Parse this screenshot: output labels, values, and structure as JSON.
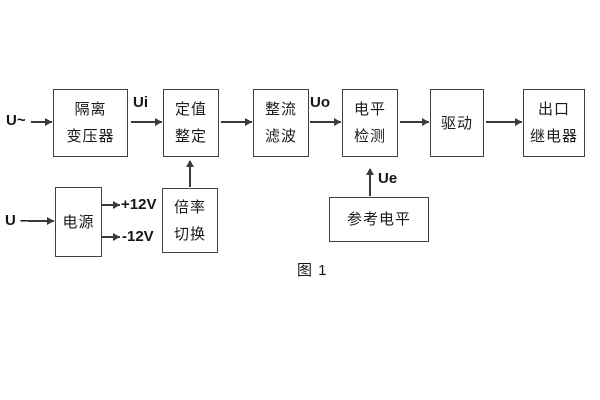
{
  "figure": {
    "caption": "图 1"
  },
  "colors": {
    "background": "#ffffff",
    "line": "#3a3a3a",
    "text": "#1a1a1a"
  },
  "blocks": {
    "isolation_transformer": {
      "lines": [
        "隔离",
        "变压器"
      ]
    },
    "setting_adjustment": {
      "lines": [
        "定值",
        "整定"
      ]
    },
    "rectifier_filter": {
      "lines": [
        "整流",
        "滤波"
      ]
    },
    "level_detection": {
      "lines": [
        "电平",
        "检测"
      ]
    },
    "drive": {
      "lines": [
        "驱动"
      ]
    },
    "output_relay": {
      "lines": [
        "出口",
        "继电器"
      ]
    },
    "power_supply": {
      "lines": [
        "电源"
      ]
    },
    "ratio_switch": {
      "lines": [
        "倍率",
        "切换"
      ]
    },
    "reference_level": {
      "lines": [
        "参考电平"
      ]
    }
  },
  "signals": {
    "ac_input": "U~",
    "dc_input": "U –",
    "ui": "Ui",
    "uo": "Uo",
    "ue": "Ue",
    "plus_12v": "+12V",
    "minus_12v": "-12V"
  }
}
